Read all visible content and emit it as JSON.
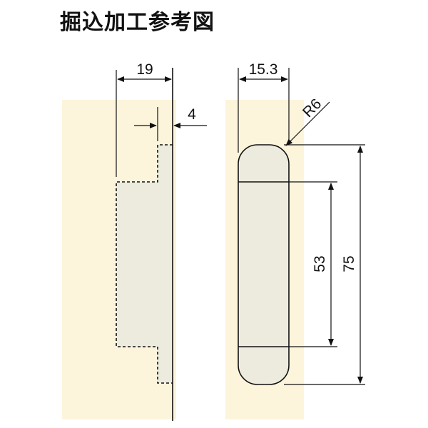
{
  "title": "掘込加工参考図",
  "colors": {
    "background_panel": "#fcf5dc",
    "part_fill": "#ecebde",
    "stroke": "#111111"
  },
  "dimensions": {
    "width_left": "19",
    "depth_left": "4",
    "width_right": "15.3",
    "radius": "R6",
    "inner_length": "53",
    "total_length": "75"
  }
}
